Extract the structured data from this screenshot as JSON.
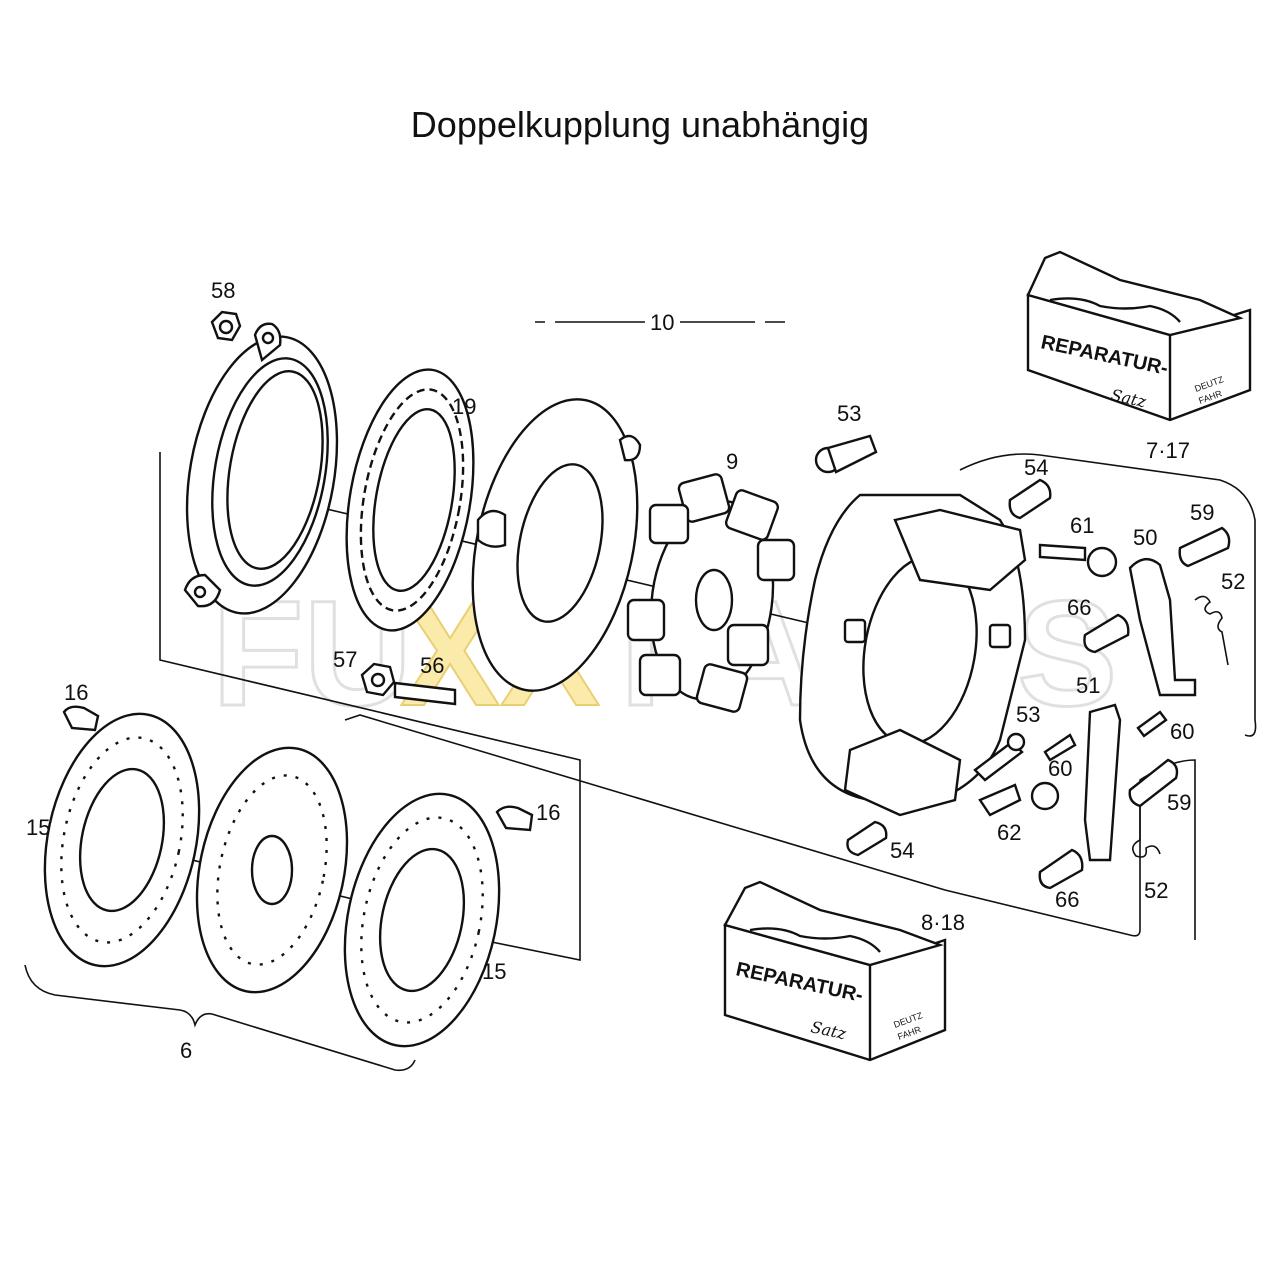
{
  "title": "Doppelkupplung unabhängig",
  "watermark": {
    "left": "FU",
    "middle": "XX",
    "right": "PARTS",
    "outline_color": "#c8c8c8",
    "accent_color": "#f2c200"
  },
  "repair_kit": {
    "title": "REPARATUR-",
    "script": "Satz",
    "brand_top": "DEUTZ",
    "brand_bottom": "FAHR"
  },
  "part_labels": {
    "p58": "58",
    "p19": "19",
    "p10": "10",
    "p9": "9",
    "p53a": "53",
    "p54a": "54",
    "p7_17": "7·17",
    "p61": "61",
    "p50": "50",
    "p59a": "59",
    "p52a": "52",
    "p66a": "66",
    "p51": "51",
    "p53b": "53",
    "p60a": "60",
    "p60b": "60",
    "p57": "57",
    "p56": "56",
    "p16a": "16",
    "p16b": "16",
    "p15a": "15",
    "p15b": "15",
    "p62": "62",
    "p59b": "59",
    "p54b": "54",
    "p66b": "66",
    "p52b": "52",
    "p8_18": "8·18",
    "p6": "6"
  }
}
